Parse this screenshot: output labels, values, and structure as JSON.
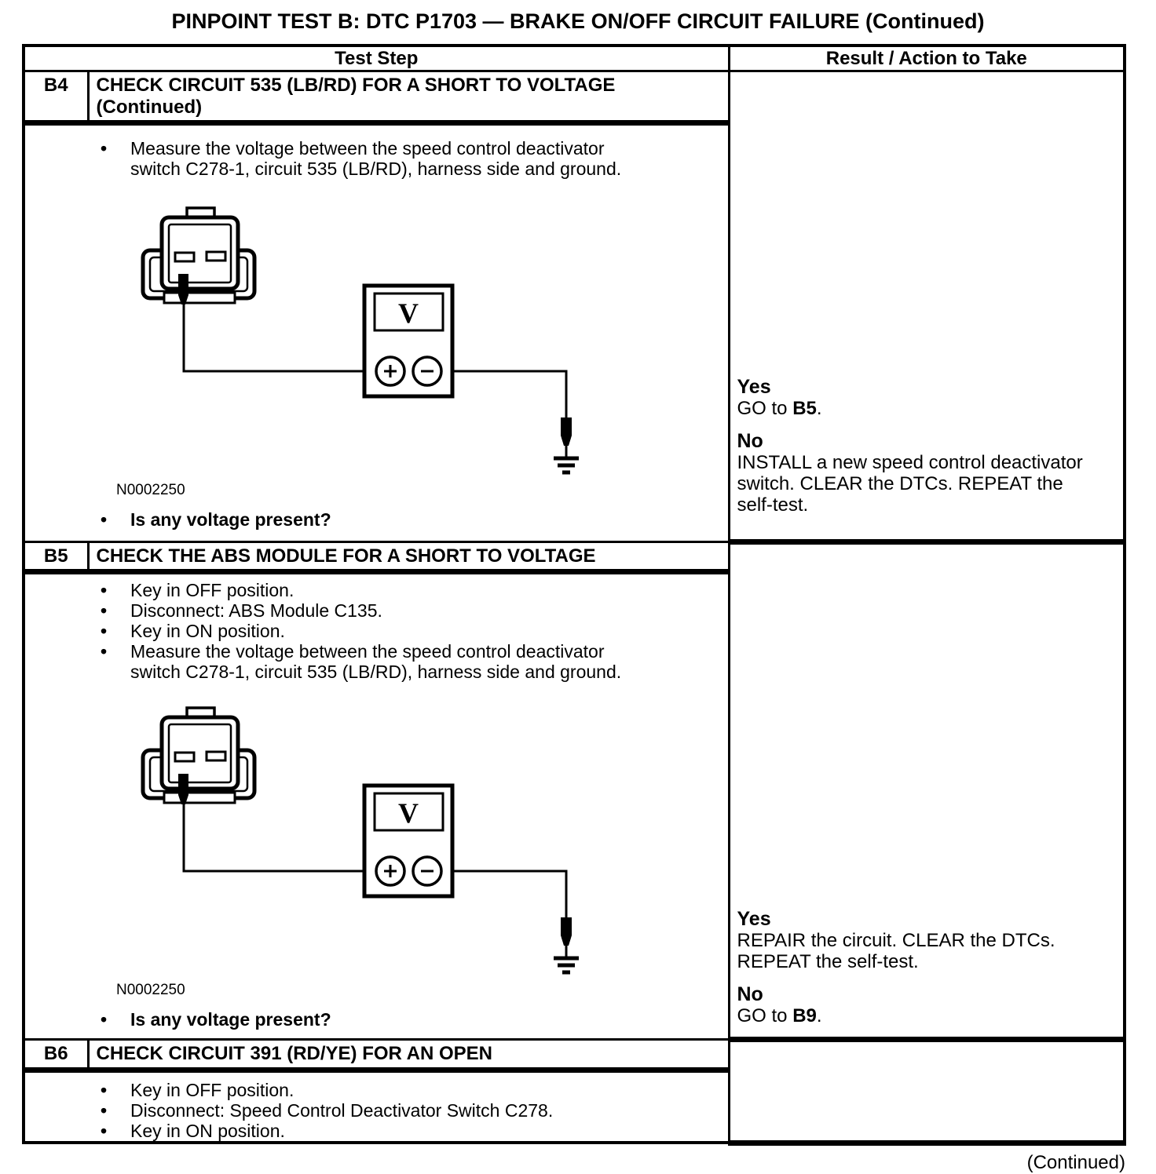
{
  "page": {
    "title": "PINPOINT TEST B: DTC P1703 — BRAKE ON/OFF CIRCUIT FAILURE (Continued)",
    "continued": "(Continued)"
  },
  "table": {
    "header": {
      "test_step": "Test Step",
      "result": "Result / Action to Take"
    },
    "sections": [
      {
        "id": "B4",
        "title": "CHECK CIRCUIT 535 (LB/RD) FOR A SHORT TO VOLTAGE\n(Continued)",
        "steps": [
          "Measure the voltage between the speed control deactivator\nswitch C278-1, circuit 535 (LB/RD), harness side and ground."
        ],
        "figure_label": "N0002250",
        "question": "Is any voltage present?",
        "result": {
          "yes_label": "Yes",
          "yes_pre": "GO to ",
          "yes_bold": "B5",
          "yes_post": ".",
          "no_label": "No",
          "no_text": "INSTALL a new speed control deactivator\nswitch. CLEAR the DTCs. REPEAT the\nself-test."
        }
      },
      {
        "id": "B5",
        "title": "CHECK THE ABS MODULE FOR A SHORT TO VOLTAGE",
        "steps": [
          "Key in OFF position.",
          "Disconnect: ABS Module C135.",
          "Key in ON position.",
          "Measure the voltage between the speed control deactivator\nswitch C278-1, circuit 535 (LB/RD), harness side and ground."
        ],
        "figure_label": "N0002250",
        "question": "Is any voltage present?",
        "result": {
          "yes_label": "Yes",
          "yes_text": "REPAIR the circuit. CLEAR the DTCs.\nREPEAT the self-test.",
          "no_label": "No",
          "no_pre": "GO to ",
          "no_bold": "B9",
          "no_post": "."
        }
      },
      {
        "id": "B6",
        "title": "CHECK CIRCUIT 391 (RD/YE) FOR AN OPEN",
        "steps": [
          "Key in OFF position.",
          "Disconnect: Speed Control Deactivator Switch C278.",
          "Key in ON position."
        ]
      }
    ]
  },
  "figure": {
    "meter_label": "V",
    "plus": "+",
    "minus": "−"
  }
}
